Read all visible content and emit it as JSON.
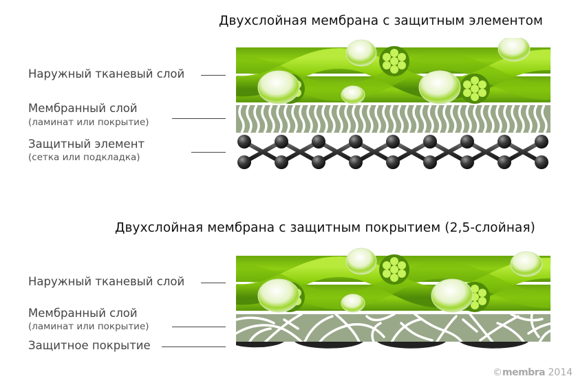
{
  "diagram_1": {
    "title": "Двухслойная мембрана с защитным элементом",
    "layers": [
      {
        "label": "Наружный тканевый слой",
        "sublabel": ""
      },
      {
        "label": "Мембранный слой",
        "sublabel": "(ламинат или покрытие)"
      },
      {
        "label": "Защитный элемент",
        "sublabel": "(сетка или подкладка)"
      }
    ]
  },
  "diagram_2": {
    "title": "Двухслойная мембрана с защитным покрытием (2,5-слойная)",
    "layers": [
      {
        "label": "Наружный тканевый слой",
        "sublabel": ""
      },
      {
        "label": "Мембранный слой",
        "sublabel": "(ламинат или покрытие)"
      },
      {
        "label": "Защитное покрытие",
        "sublabel": ""
      }
    ]
  },
  "footer": {
    "copyright_symbol": "©",
    "brand": "membra",
    "year": "2014"
  },
  "colors": {
    "fiber_green": "#8fd10f",
    "fiber_dark_green": "#5e9a0a",
    "fiber_light_green": "#c6f25a",
    "membrane_gray_green": "#9aa88a",
    "mesh_ball": "#2a2a2a",
    "coating_black": "#222222",
    "text": "#333333"
  }
}
